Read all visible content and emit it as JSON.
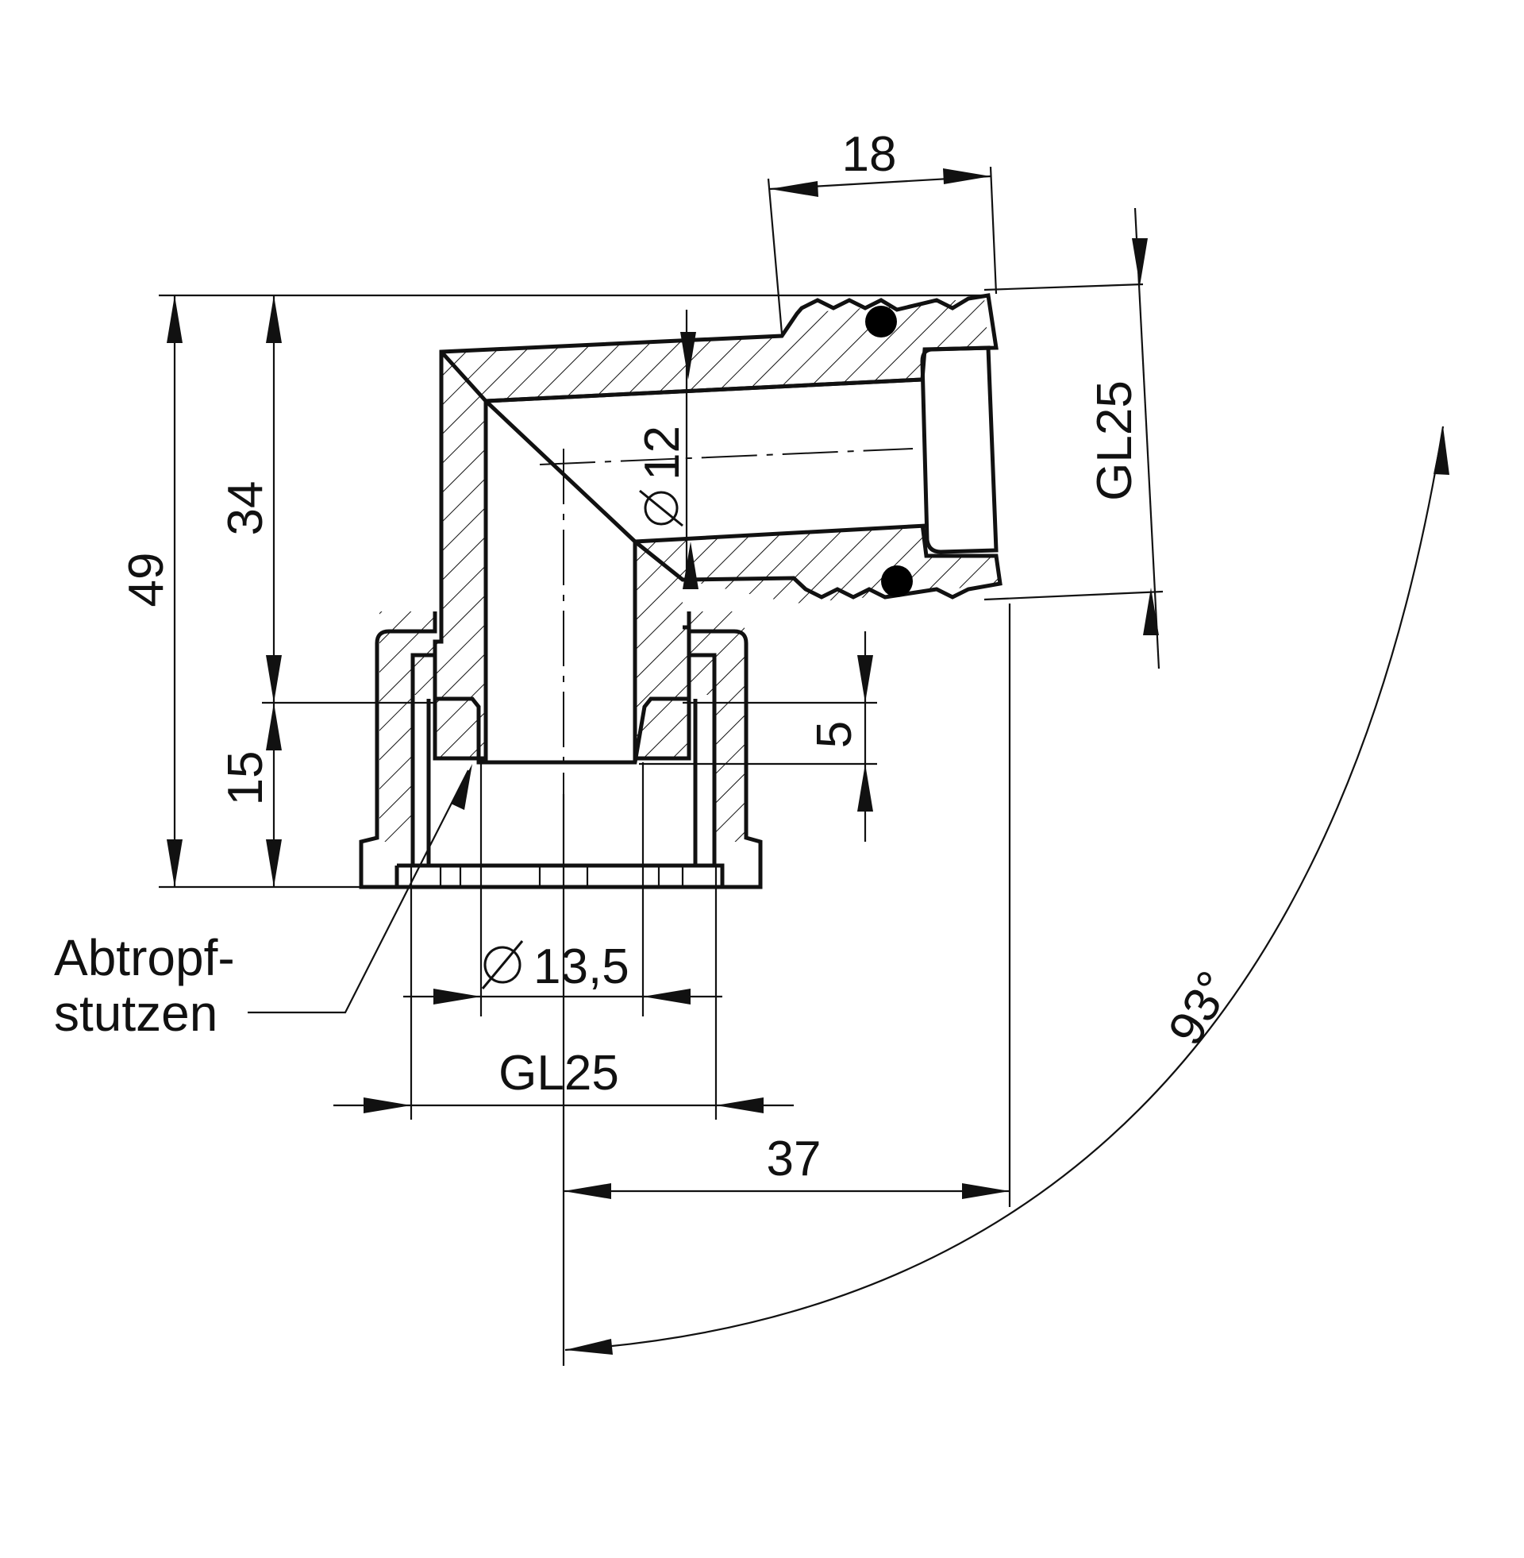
{
  "dimensions": {
    "width_top": "18",
    "height_total": "49",
    "height_upper": "34",
    "height_lower": "15",
    "bore_horizontal": "12",
    "thread_horizontal": "GL25",
    "step_depth": "5",
    "bore_vertical": "13,5",
    "thread_vertical": "GL25",
    "offset_horizontal": "37",
    "angle": "93°"
  },
  "labels": {
    "drip_nozzle_line1": "Abtropf-",
    "drip_nozzle_line2": "stutzen"
  },
  "symbols": {
    "diameter": "diameter-symbol"
  },
  "colors": {
    "line": "#111111",
    "background": "#ffffff",
    "oring": "#000000"
  }
}
